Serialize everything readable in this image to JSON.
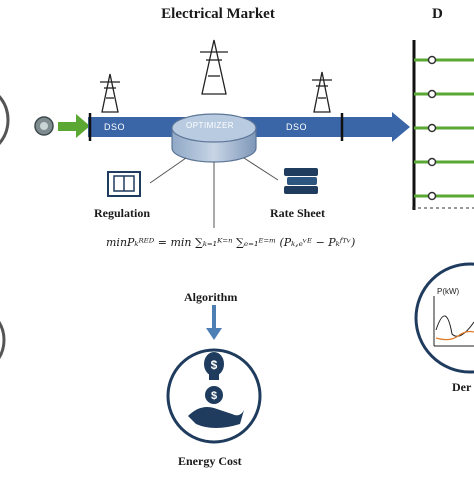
{
  "header": {
    "title": "Electrical Market",
    "title_cut": "D"
  },
  "band": {
    "dso_left": "DSO",
    "dso_right": "DSO",
    "optimizer": "OPTIMIZER"
  },
  "labels": {
    "regulation": "Regulation",
    "rate_sheet": "Rate Sheet",
    "algorithm": "Algorithm",
    "energy_cost": "Energy Cost",
    "demand_cut": "Der"
  },
  "formula": {
    "text": "minPₖᴿᴱᴰ = min ∑ₖ₌₁ᴷ⁼ⁿ ∑ₑ₌₁ᴱ⁼ᵐ (Pₖ,ₑᵛᴱ − Pₖᶠᵀᵛ)"
  },
  "plot": {
    "ylabel": "P(kW)"
  },
  "colors": {
    "band": "#3a66a8",
    "arrow": "#4d7fb5",
    "green": "#5aa833",
    "icon": "#1f3c5e"
  }
}
